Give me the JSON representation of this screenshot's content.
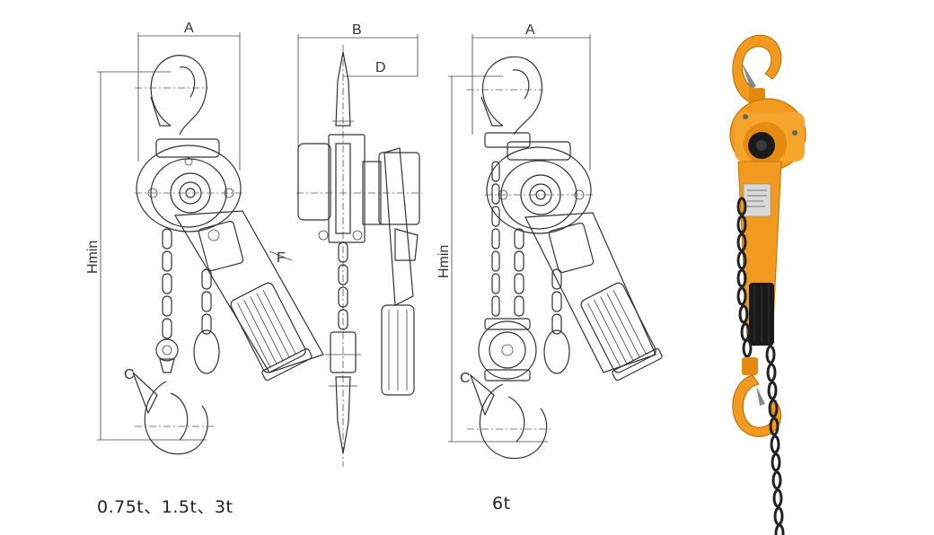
{
  "labels": {
    "dim_a_left": "A",
    "dim_b": "B",
    "dim_d": "D",
    "dim_a_right": "A",
    "dim_hmin_left": "Hmin",
    "dim_hmin_right": "Hmin",
    "dim_f": "F",
    "dim_c_left": "C",
    "dim_c_right": "C"
  },
  "captions": {
    "left": "0.75t、1.5t、3t",
    "right": "6t"
  },
  "colors": {
    "line": "#333333",
    "hoist_orange": "#f29a1f",
    "hoist_dark": "#1a1a1a",
    "chain": "#222222"
  }
}
